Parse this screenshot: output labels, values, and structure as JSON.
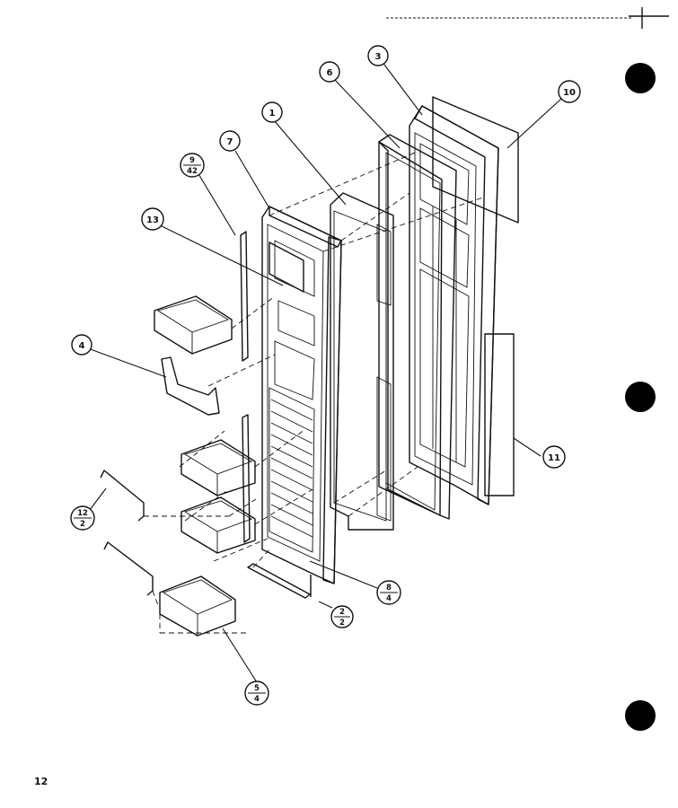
{
  "page_number": "12",
  "callouts": {
    "c1": "1",
    "c3": "3",
    "c4": "4",
    "c6": "6",
    "c7": "7",
    "c10": "10",
    "c11": "11",
    "c13": "13",
    "f9_42": {
      "top": "9",
      "bottom": "42"
    },
    "f12_2": {
      "top": "12",
      "bottom": "2"
    },
    "f2_2": {
      "top": "2",
      "bottom": "2"
    },
    "f8_4": {
      "top": "8",
      "bottom": "4"
    },
    "f5_4": {
      "top": "5",
      "bottom": "4"
    }
  },
  "colors": {
    "ink": "#111111",
    "paper": "#ffffff"
  }
}
